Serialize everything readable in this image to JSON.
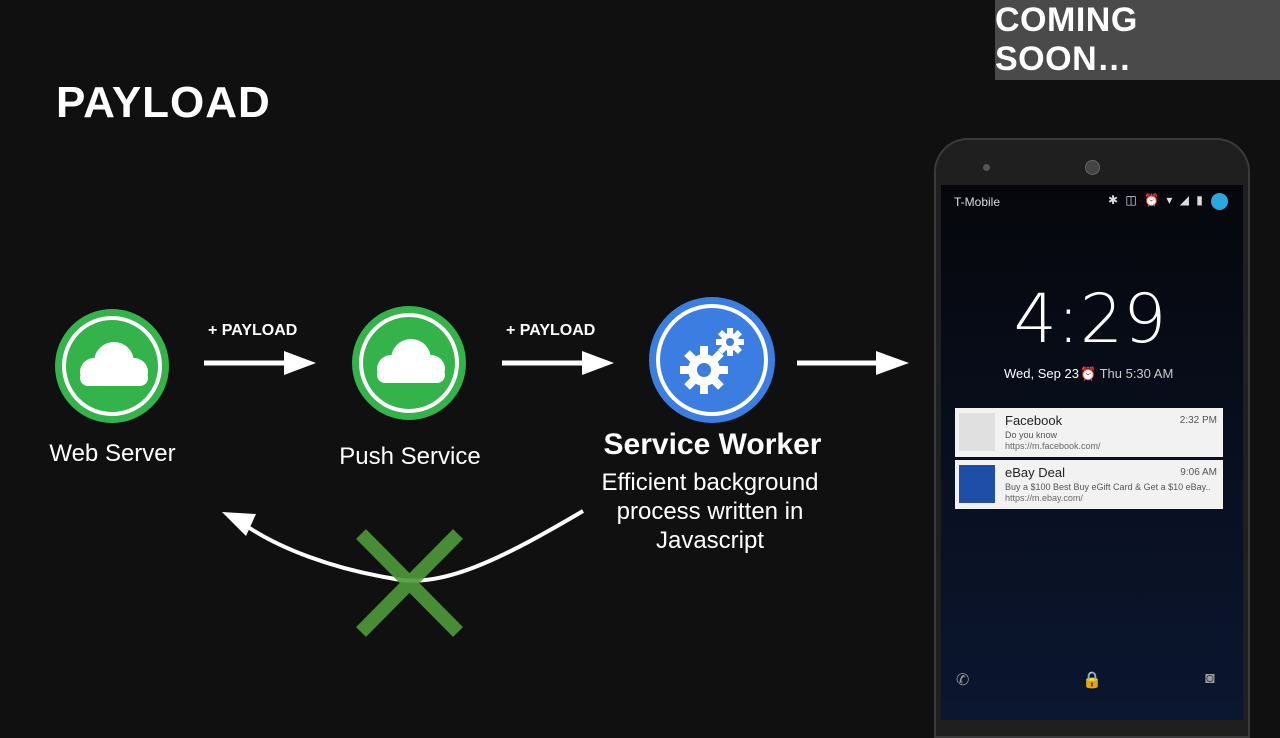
{
  "banner": {
    "text": "COMING SOON…"
  },
  "title": "PAYLOAD",
  "nodes": {
    "web_server": "Web Server",
    "push_service": "Push Service",
    "service_worker": "Service Worker",
    "service_worker_desc": [
      "Efficient background",
      "process written in",
      "Javascript"
    ]
  },
  "arrows": {
    "payload1": "+ PAYLOAD",
    "payload2": "+ PAYLOAD"
  },
  "colors": {
    "cloud_green": "#34b34a",
    "worker_blue": "#3b7de0",
    "blocked_green": "#4f9a3a"
  },
  "phone": {
    "carrier": "T-Mobile",
    "time": "4:29",
    "date": "Wed, Sep 23",
    "alarm": "Thu 5:30 AM",
    "notifications": [
      {
        "app": "Facebook",
        "time": "2:32 PM",
        "text": "Do you know",
        "url": "https://m.facebook.com/"
      },
      {
        "app": "eBay Deal",
        "time": "9:06 AM",
        "text": "Buy a $100 Best Buy eGift Card & Get a $10 eBay..",
        "url": "https://m.ebay.com/"
      }
    ]
  }
}
